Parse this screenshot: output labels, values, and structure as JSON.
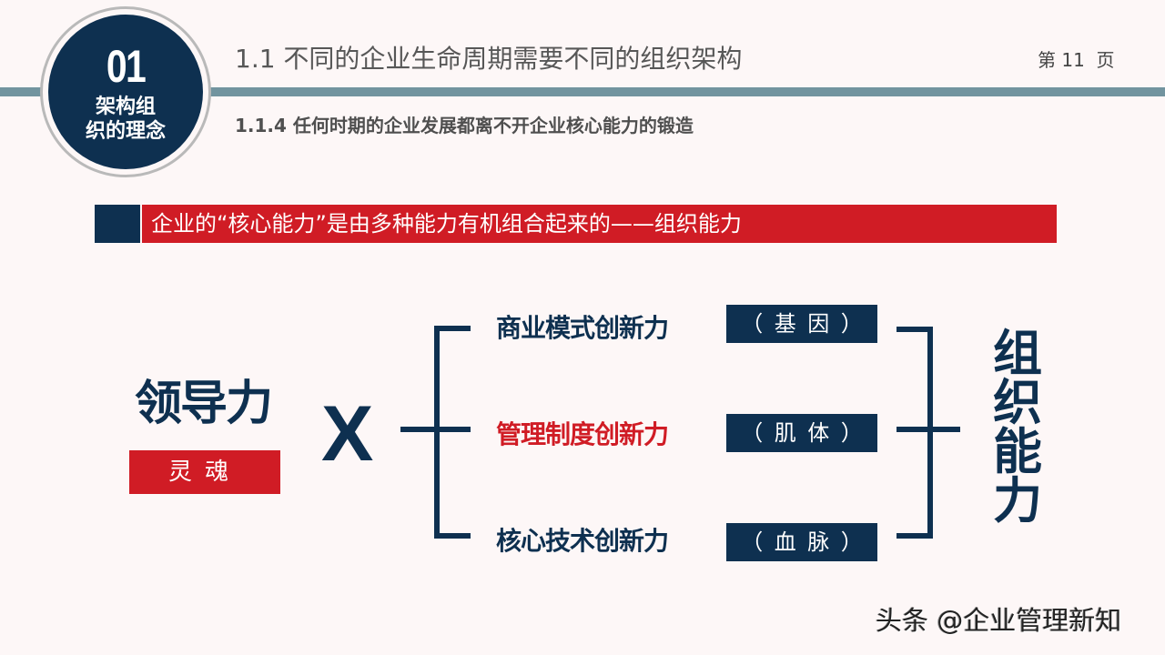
{
  "header": {
    "badge_number": "01",
    "badge_label_line1": "架构组",
    "badge_label_line2": "织的理念",
    "title": "1.1 不同的企业生命周期需要不同的组织架构",
    "subtitle": "1.1.4 任何时期的企业发展都离不开企业核心能力的锻造",
    "page_indicator": "第 11  页"
  },
  "banner": {
    "text": "企业的“核心能力”是由多种能力有机组合起来的——组织能力"
  },
  "diagram": {
    "left": {
      "title": "领导力",
      "tag": "灵魂"
    },
    "operator": "X",
    "items": [
      {
        "label": "商业模式创新力",
        "tag_open": "（",
        "tag": [
          "基",
          "因"
        ],
        "tag_close": "）",
        "color": "#0e3050"
      },
      {
        "label": "管理制度创新力",
        "tag_open": "（",
        "tag": [
          "肌",
          "体"
        ],
        "tag_close": "）",
        "color": "#d01c25"
      },
      {
        "label": "核心技术创新力",
        "tag_open": "（",
        "tag": [
          "血",
          "脉"
        ],
        "tag_close": "）",
        "color": "#0e3050"
      }
    ],
    "result": [
      "组",
      "织",
      "能",
      "力"
    ]
  },
  "watermark": "头条 @企业管理新知",
  "colors": {
    "navy": "#0e3050",
    "red": "#d01c25",
    "rule": "#72949f",
    "background": "#fdf7f7"
  }
}
